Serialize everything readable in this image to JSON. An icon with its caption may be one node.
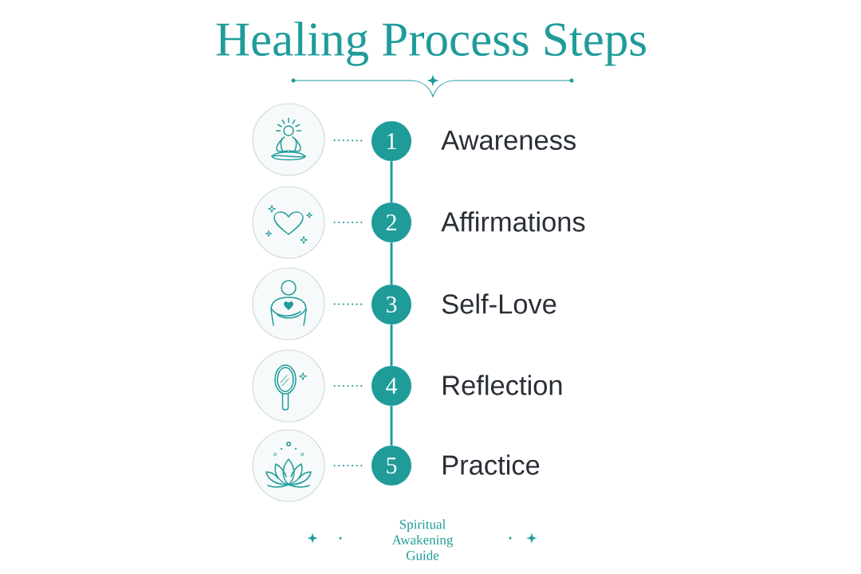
{
  "diagram": {
    "title": "Healing Process Steps",
    "nodes": [
      {
        "text": [],
        "shape": "picture"
      },
      {
        "text": [
          "1"
        ],
        "beside": [
          "Awareness"
        ]
      },
      {
        "text": [],
        "shape": "picture"
      },
      {
        "text": [
          "2"
        ],
        "beside": [
          "Affirmations"
        ]
      },
      {
        "text": [],
        "shape": "picture"
      },
      {
        "text": [
          "3"
        ],
        "beside": [
          "Self-Love"
        ]
      },
      {
        "text": [],
        "shape": "picture"
      },
      {
        "text": [
          "4"
        ],
        "beside": [
          "Reflection"
        ]
      },
      {
        "text": [],
        "shape": "picture"
      },
      {
        "text": [
          "5"
        ],
        "beside": [
          "Practice"
        ]
      }
    ],
    "edges": [
      {
        "from": 0,
        "to": 1,
        "arrow": "none",
        "style": "dashed"
      },
      {
        "from": 2,
        "to": 3,
        "arrow": "none",
        "style": "dashed"
      },
      {
        "from": 4,
        "to": 5,
        "arrow": "none",
        "style": "dashed"
      },
      {
        "from": 6,
        "to": 7,
        "arrow": "none",
        "style": "dashed"
      },
      {
        "from": 8,
        "to": 9,
        "arrow": "none",
        "style": "dashed"
      },
      {
        "from": 1,
        "to": 3,
        "arrow": "none"
      },
      {
        "from": 3,
        "to": 5,
        "arrow": "none"
      },
      {
        "from": 5,
        "to": 7,
        "arrow": "none"
      },
      {
        "from": 7,
        "to": 9,
        "arrow": "none"
      }
    ],
    "caption": "Spiritual Awakening Guide"
  }
}
